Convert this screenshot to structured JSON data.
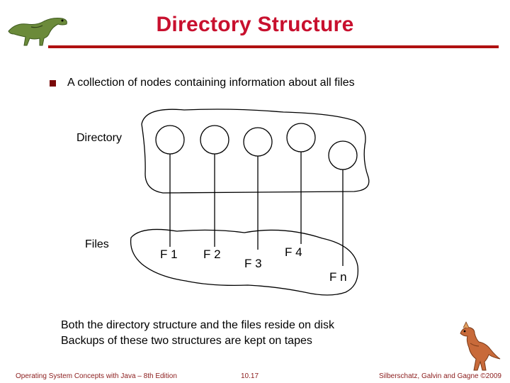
{
  "slide": {
    "title": "Directory Structure",
    "bullet": "A collection of nodes containing information about all files",
    "label_directory": "Directory",
    "label_files": "Files",
    "files": [
      "F 1",
      "F 2",
      "F 3",
      "F 4",
      "F n"
    ],
    "note_line_1": "Both the directory structure and the files reside on disk",
    "note_line_2": "Backups of these two structures are kept on tapes"
  },
  "footer": {
    "left": "Operating System Concepts with Java – 8th Edition",
    "center": "10.17",
    "right": "Silberschatz, Galvin and Gagne ©2009"
  },
  "colors": {
    "title": "#c8102e",
    "rule": "#b01010",
    "footer": "#8b1c1c"
  },
  "icons": [
    "dinosaur-logo-icon",
    "dinosaur-standing-icon"
  ]
}
